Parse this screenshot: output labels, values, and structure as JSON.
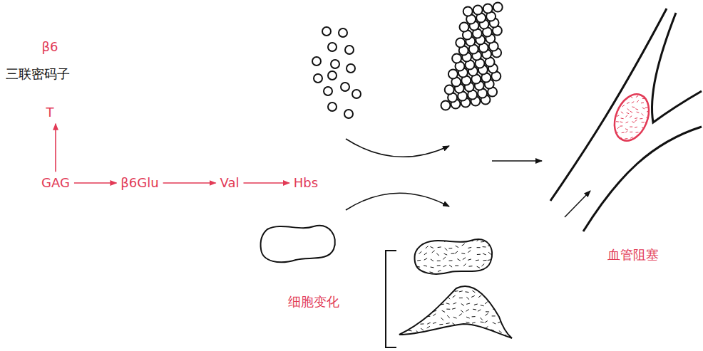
{
  "diagram": {
    "nodes": [
      {
        "text": [
          "GAG"
        ]
      },
      {
        "text": [
          "β6Glu"
        ]
      },
      {
        "text": [
          "Val"
        ]
      },
      {
        "text": [
          "Hbs"
        ]
      },
      {
        "text": [
          "T"
        ]
      }
    ],
    "edges": [
      {
        "from": 0,
        "to": 1,
        "arrow": "to"
      },
      {
        "from": 1,
        "to": 2,
        "arrow": "to"
      },
      {
        "from": 2,
        "to": 3,
        "arrow": "to"
      },
      {
        "from": 0,
        "to": 4,
        "arrow": "to"
      }
    ],
    "labels": [
      "β6",
      "三联密码子",
      "细胞变化",
      "血管阻塞"
    ]
  }
}
